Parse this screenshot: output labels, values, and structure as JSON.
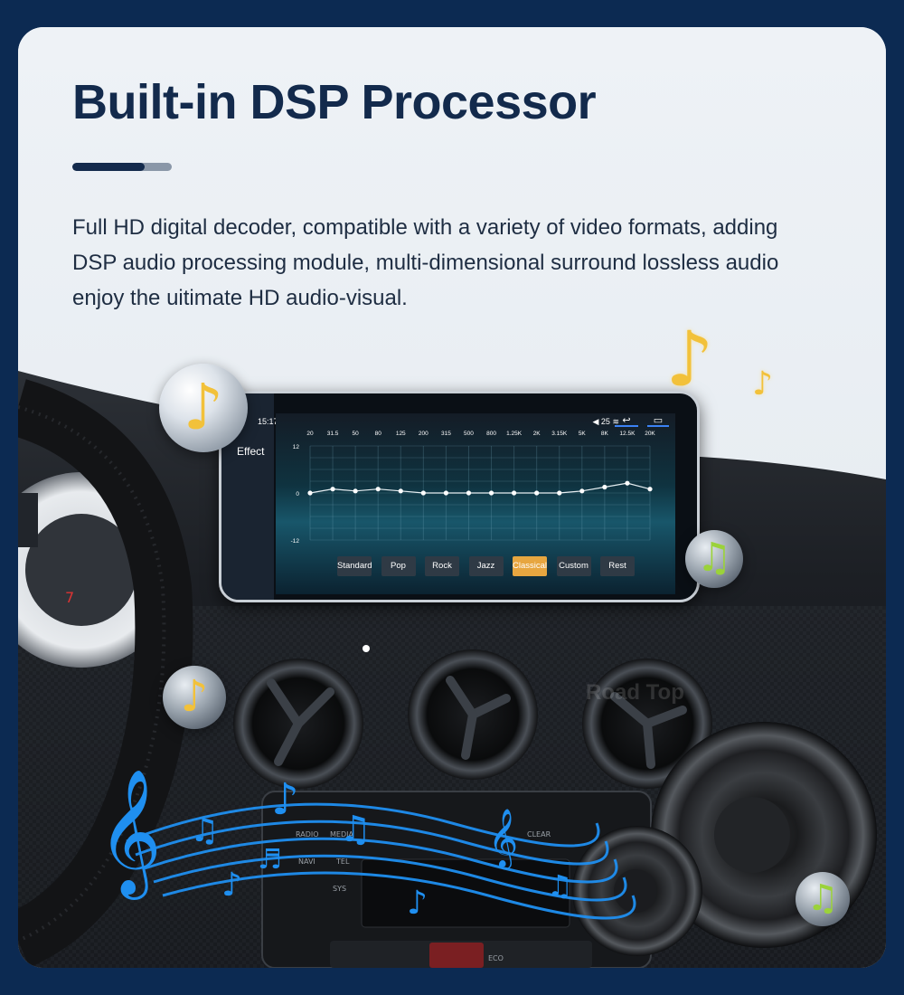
{
  "heading": {
    "title": "Built-in DSP Processor",
    "description": "Full HD digital decoder, compatible with a variety of video formats, adding DSP audio processing module, multi-dimensional surround lossless audio enjoy the uitimate HD audio-visual."
  },
  "screen": {
    "time": "15:17",
    "status": "25",
    "sidebar_label": "Effect",
    "eq": {
      "frequencies": [
        "20",
        "31.5",
        "50",
        "80",
        "125",
        "200",
        "315",
        "500",
        "800",
        "1.25K",
        "2K",
        "3.15K",
        "5K",
        "8K",
        "12.5K",
        "20K"
      ],
      "db_values": [
        0,
        1,
        0.5,
        1,
        0.5,
        0,
        0,
        0,
        0,
        0,
        0,
        0,
        0.5,
        1.5,
        2.5,
        1
      ],
      "y_top_label": "12",
      "y_mid_label": "0",
      "y_bottom_label": "-12",
      "y_range": [
        -12,
        12
      ]
    },
    "presets": [
      "Standard",
      "Pop",
      "Rock",
      "Jazz",
      "Classical",
      "Custom",
      "Rest"
    ],
    "active_preset": "Classical"
  },
  "console": {
    "buttons": [
      "RADIO",
      "MEDIA",
      "NAVI",
      "TEL",
      "SYS",
      "CLEAR",
      "ECO"
    ]
  },
  "watermark": "Road Top",
  "colors": {
    "background": "#0c2a52",
    "title": "#132a4c",
    "accent_preset": "#e7a640",
    "music_notes": "#1f8ff0",
    "gold_note": "#f2c13a",
    "green_note": "#9bd23a"
  },
  "icons": [
    "home-icon",
    "volume-icon",
    "wifi-icon",
    "back-icon",
    "window-icon",
    "music-note-icon",
    "treble-clef-icon",
    "speaker-icon"
  ]
}
